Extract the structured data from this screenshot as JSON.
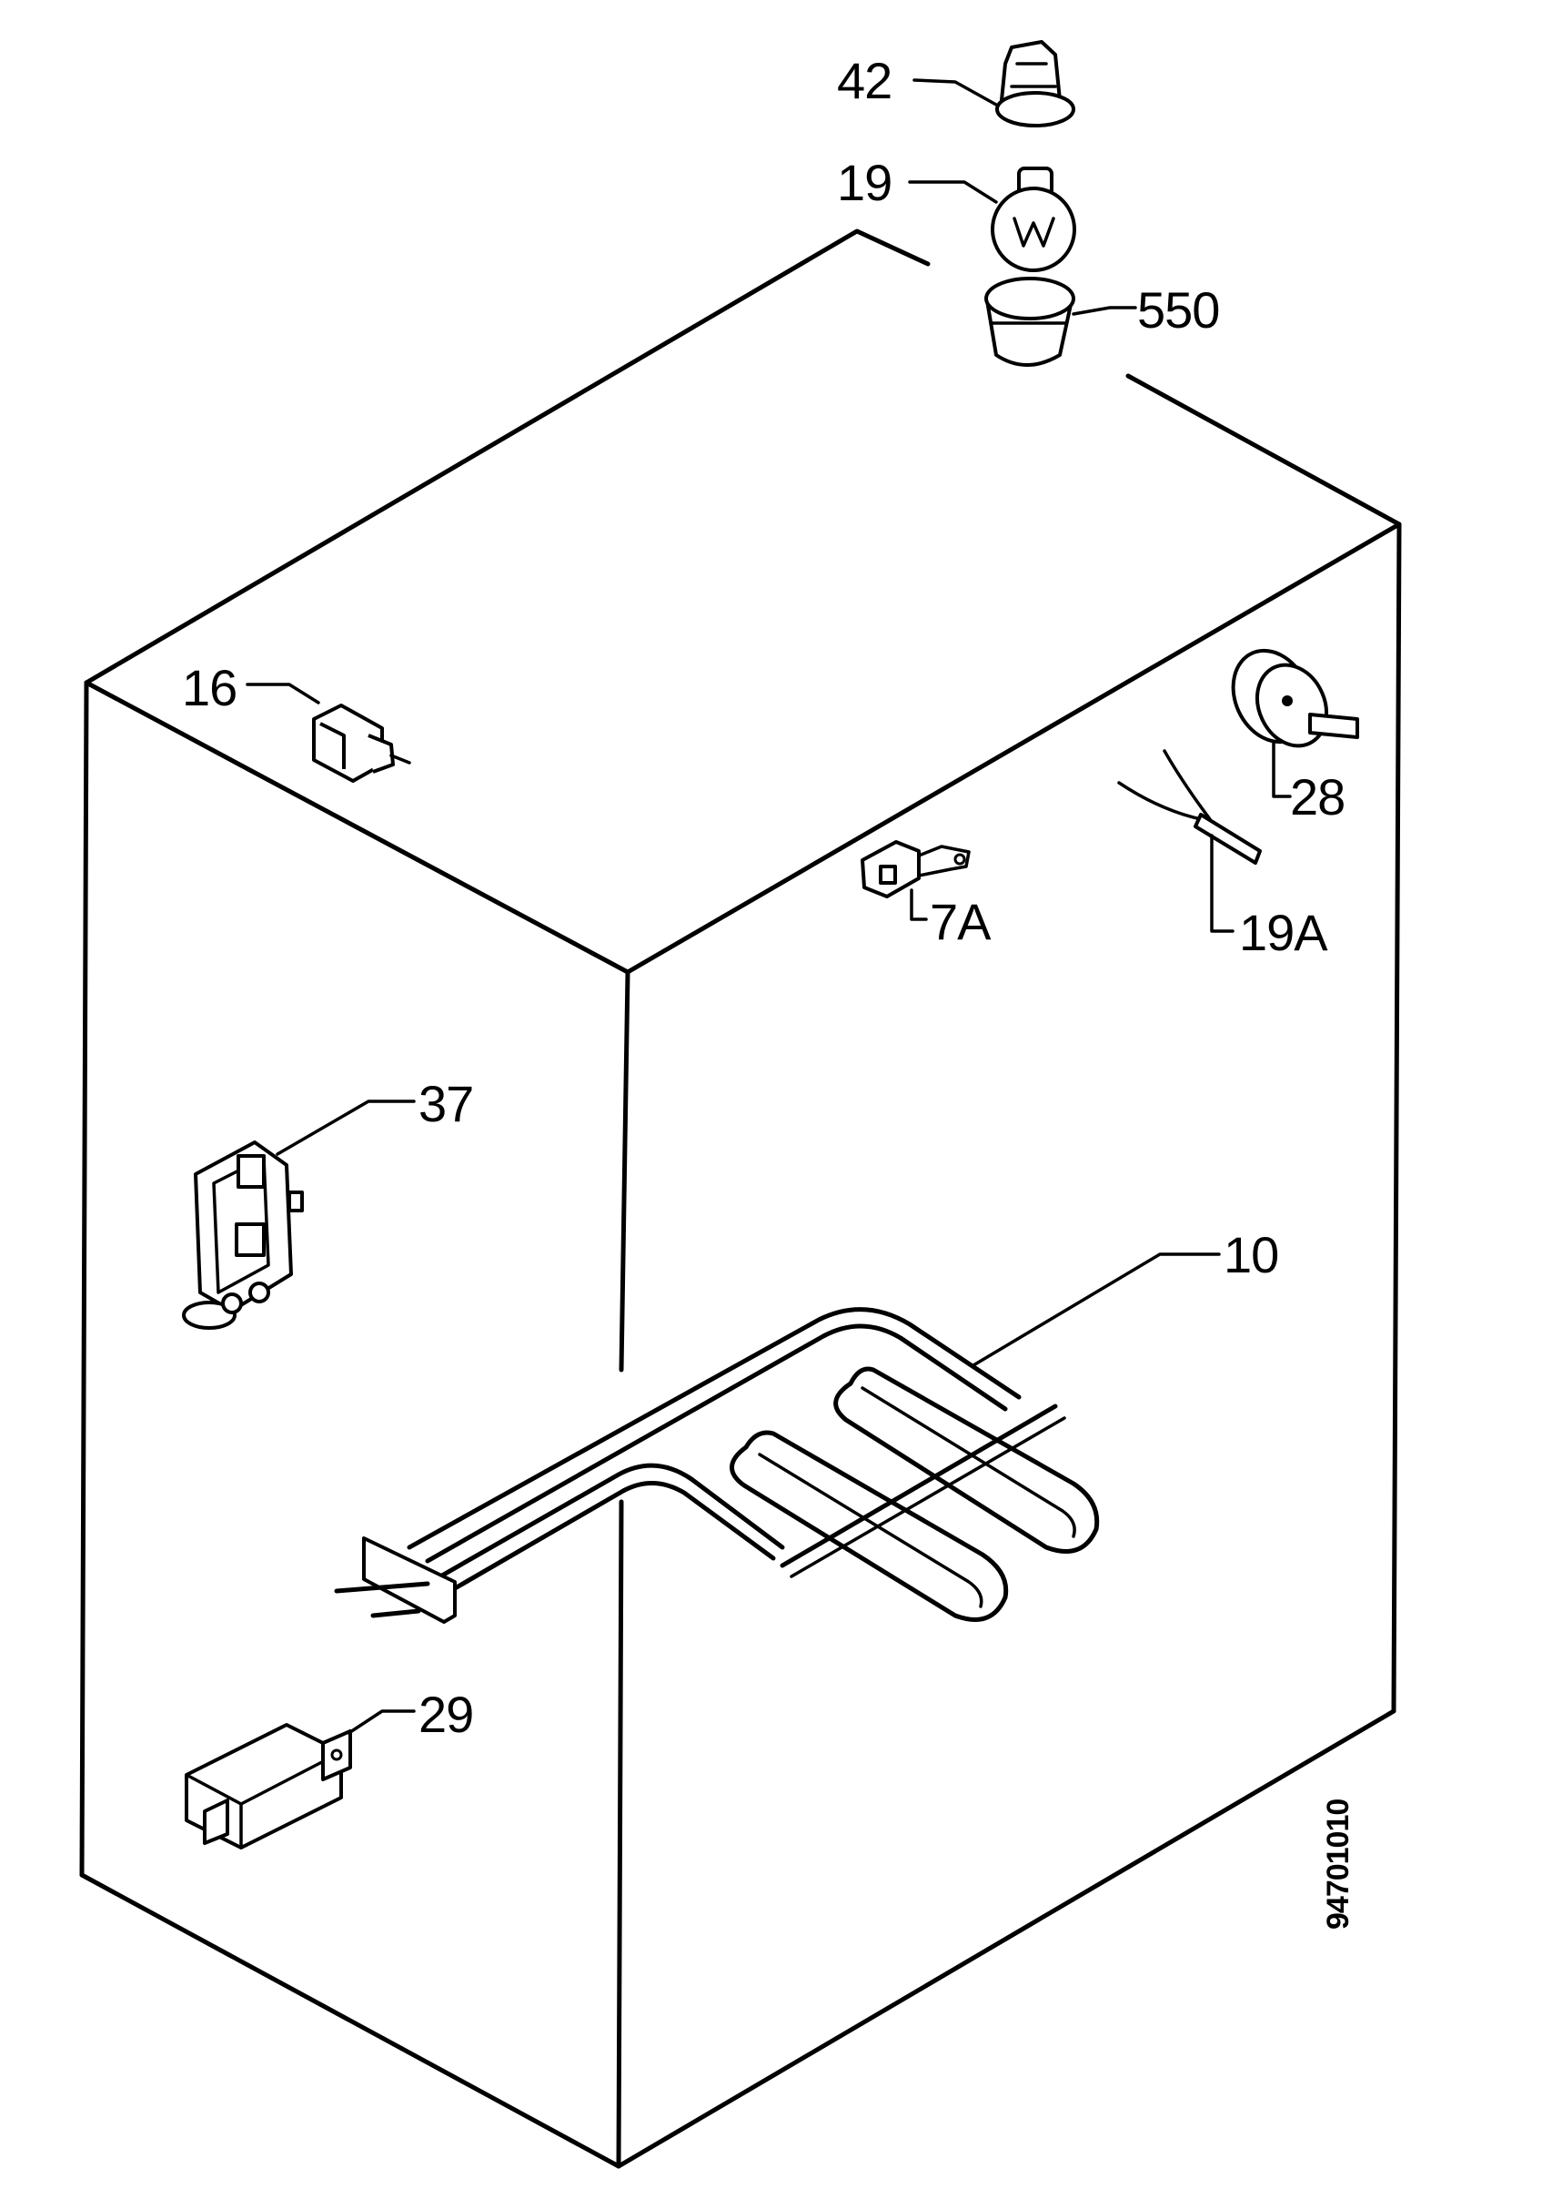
{
  "diagram": {
    "reference_code": "94701010",
    "parts": [
      {
        "id": "p42",
        "label": "42",
        "name": "lamp-cover"
      },
      {
        "id": "p19",
        "label": "19",
        "name": "lamp-bulb"
      },
      {
        "id": "p550",
        "label": "550",
        "name": "lamp-holder"
      },
      {
        "id": "p16",
        "label": "16",
        "name": "push-switch"
      },
      {
        "id": "p28",
        "label": "28",
        "name": "thermostat"
      },
      {
        "id": "p7A",
        "label": "7A",
        "name": "micro-switch"
      },
      {
        "id": "p19A",
        "label": "19A",
        "name": "sensor-probe"
      },
      {
        "id": "p37",
        "label": "37",
        "name": "terminal-board"
      },
      {
        "id": "p10",
        "label": "10",
        "name": "heating-element"
      },
      {
        "id": "p29",
        "label": "29",
        "name": "capacitor"
      }
    ]
  }
}
